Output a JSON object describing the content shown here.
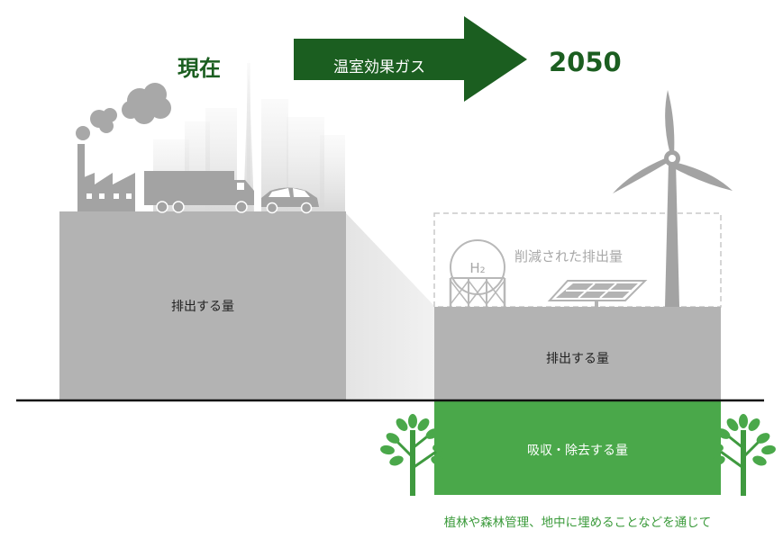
{
  "labels": {
    "now": "現在",
    "future": "2050",
    "arrow": "温室効果ガス",
    "emissions_now": "排出する量",
    "emissions_future": "排出する量",
    "reduced": "削減された排出量",
    "absorbed": "吸収・除去する量",
    "hydrogen": "H₂",
    "note": "植林や森林管理、地中に埋めることなどを通じて"
  },
  "colors": {
    "dark_green": "#1b5e20",
    "absorb_green": "#4aa84a",
    "note_green": "#3a9a3a",
    "bar_gray": "#b3b3b3",
    "illustration_gray": "#a3a3a3",
    "dashed_gray": "#c8c8c8"
  }
}
